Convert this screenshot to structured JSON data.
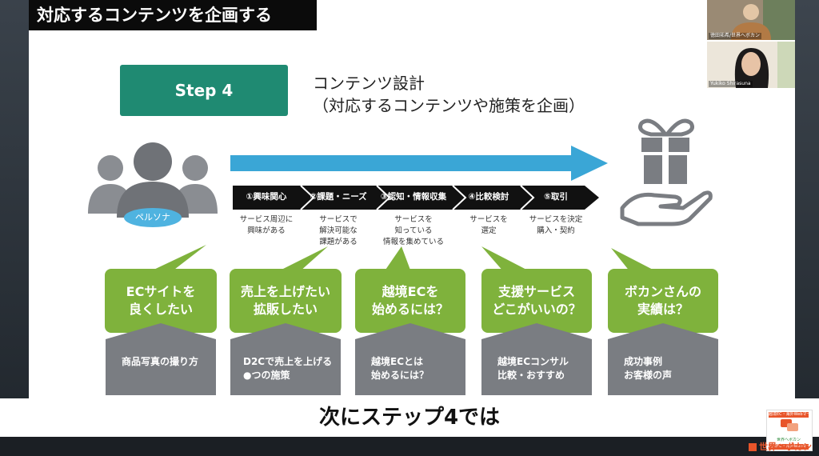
{
  "slide": {
    "title": "対応するコンテンツを企画する",
    "step_label": "Step 4",
    "heading_line1": "コンテンツ設計",
    "heading_line2": "（対応するコンテンツや施策を企画）",
    "persona_label": "ペルソナ"
  },
  "stages": [
    {
      "label": "①興味関心",
      "desc": [
        "サービス周辺に",
        "興味がある"
      ]
    },
    {
      "label": "②課題・ニーズ",
      "desc": [
        "サービスで",
        "解決可能な",
        "課題がある"
      ]
    },
    {
      "label": "③認知・情報収集",
      "desc": [
        "サービスを",
        "知っている",
        "情報を集めている"
      ]
    },
    {
      "label": "④比較検討",
      "desc": [
        "サービスを",
        "選定"
      ]
    },
    {
      "label": "⑤取引",
      "desc": [
        "サービスを決定",
        "購入・契約"
      ]
    }
  ],
  "columns": [
    {
      "question": [
        "ECサイトを",
        "良くしたい"
      ],
      "content": [
        "商品写真の撮り方"
      ]
    },
    {
      "question": [
        "売上を上げたい",
        "拡販したい"
      ],
      "content": [
        "D2Cで売上を上げる",
        "●つの施策"
      ]
    },
    {
      "question": [
        "越境ECを",
        "始めるには？"
      ],
      "content": [
        "越境ECとは",
        "始めるには？"
      ]
    },
    {
      "question": [
        "支援サービス",
        "どこがいいの？"
      ],
      "content": [
        "越境ECコンサル",
        "比較・おすすめ"
      ]
    },
    {
      "question": [
        "ボカンさんの",
        "実績は？"
      ],
      "content": [
        "成功事例",
        "お客様の声"
      ]
    }
  ],
  "caption": "次にステップ4では",
  "video": {
    "participant1": "徳田祐希/世界へボカン",
    "participant2": "Yukiko Shirasuna"
  },
  "branding": {
    "badge_top": "越境EC・海外Webマーケティング",
    "badge_mid": "世界へボカン",
    "badge_bottom": "越境EC・海外Webマーケティング",
    "brand_name": "世界へボカン"
  },
  "colors": {
    "accent_green": "#1f8a72",
    "bubble_green": "#7fb23c",
    "arrow_blue": "#3aa6d6",
    "icon_gray": "#7a7d82",
    "brand_orange": "#e8552a"
  }
}
